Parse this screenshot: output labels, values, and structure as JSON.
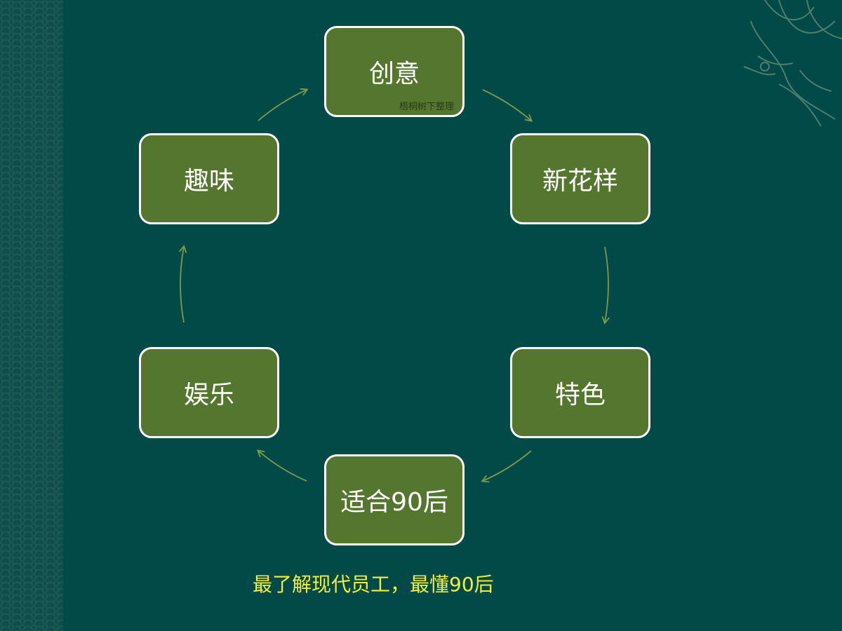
{
  "diagram": {
    "nodes": [
      {
        "id": "chuangyi",
        "label": "创意",
        "watermark": "梧桐树下整理"
      },
      {
        "id": "xinhuayang",
        "label": "新花样"
      },
      {
        "id": "tese",
        "label": "特色"
      },
      {
        "id": "shihe90hou",
        "label": "适合90后"
      },
      {
        "id": "yule",
        "label": "娱乐"
      },
      {
        "id": "quwei",
        "label": "趣味"
      }
    ],
    "edges": [
      {
        "from": "chuangyi",
        "to": "xinhuayang"
      },
      {
        "from": "xinhuayang",
        "to": "tese"
      },
      {
        "from": "tese",
        "to": "shihe90hou"
      },
      {
        "from": "shihe90hou",
        "to": "yule"
      },
      {
        "from": "yule",
        "to": "quwei"
      },
      {
        "from": "quwei",
        "to": "chuangyi"
      }
    ],
    "caption": "最了解现代员工，最懂90后"
  },
  "colors": {
    "background": "#024a47",
    "node_fill": "#55762e",
    "node_border": "#ffffff",
    "arrow": "#7b9a4a",
    "caption": "#f2ee3b"
  }
}
